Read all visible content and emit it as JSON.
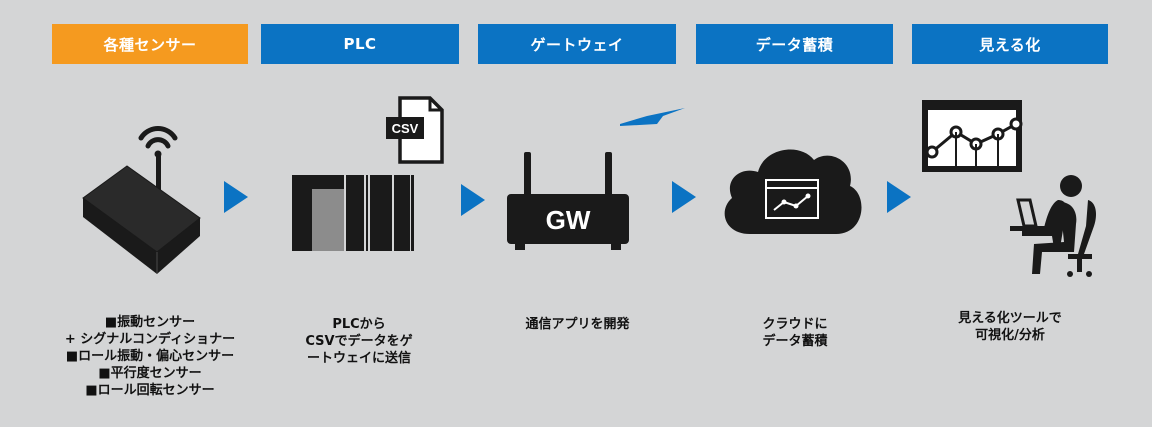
{
  "steps": [
    {
      "title": "各種センサー",
      "lines": [
        "■振動センサー",
        "+ シグナルコンディショナー",
        "■ロール振動・偏心センサー",
        "■平行度センサー",
        "■ロール回転センサー"
      ]
    },
    {
      "title": "PLC",
      "icon_label": "CSV",
      "lines": [
        "PLCから",
        "CSVでデータをゲ",
        "ートウェイに送信"
      ]
    },
    {
      "title": "ゲートウェイ",
      "icon_label": "GW",
      "lines": [
        "通信アプリを開発"
      ]
    },
    {
      "title": "データ蓄積",
      "lines": [
        "クラウドに",
        "データ蓄積"
      ]
    },
    {
      "title": "見える化",
      "lines": [
        "見える化ツールで",
        "可視化/分析"
      ]
    }
  ],
  "colors": {
    "header_active": "#f59a1f",
    "header": "#0b73c3",
    "icon": "#1a1a1a",
    "arrow": "#0b73c3",
    "background": "#d4d5d6"
  }
}
